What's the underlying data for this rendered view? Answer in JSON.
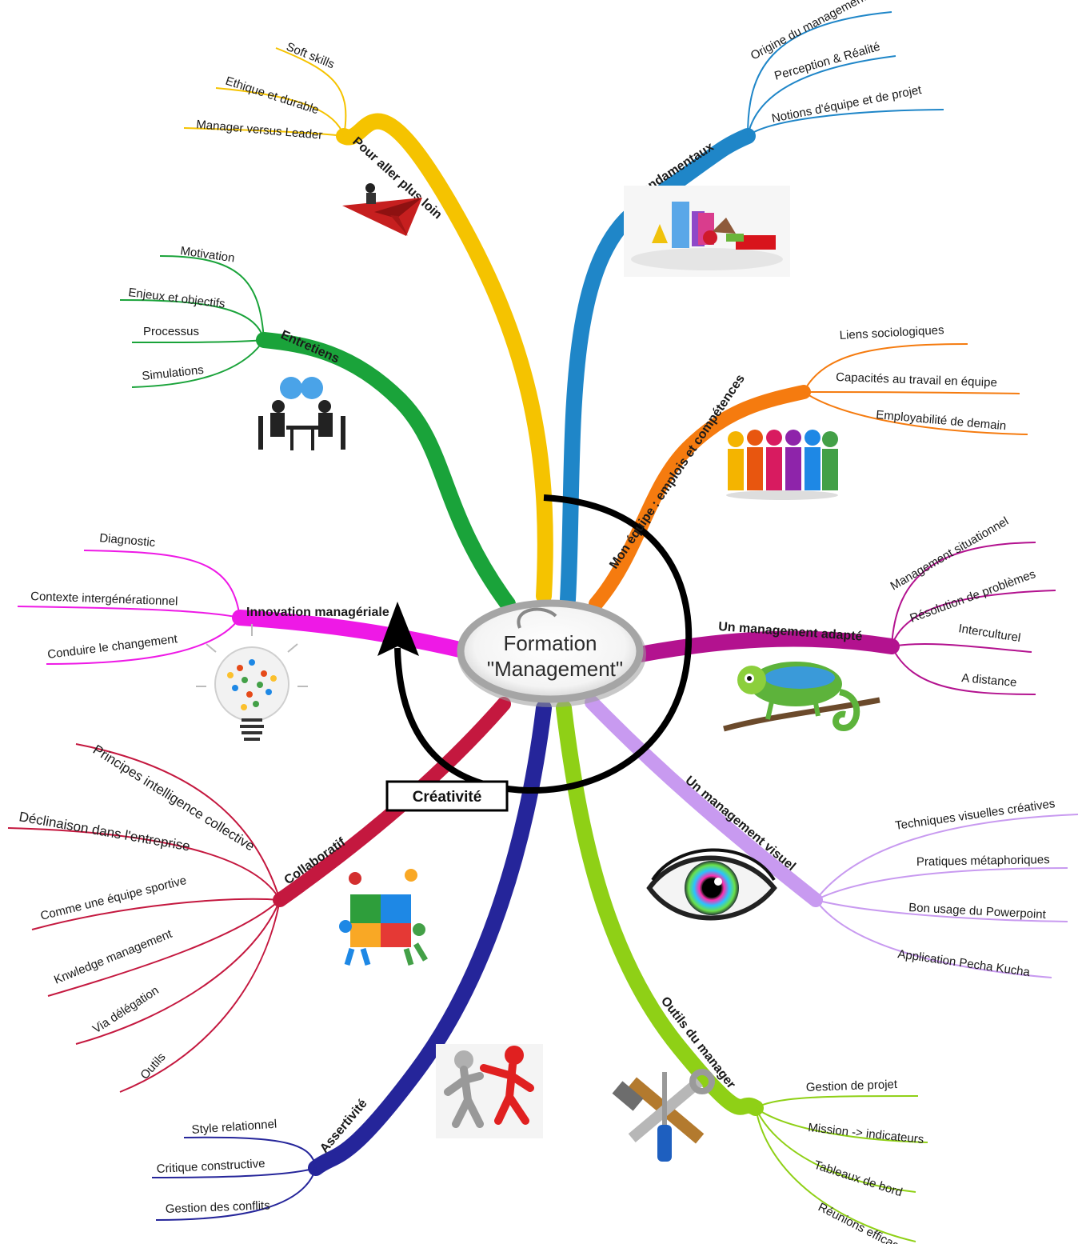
{
  "center": {
    "line1": "Formation",
    "line2": "\"Management\""
  },
  "cycle_label": "Créativité",
  "branches": [
    {
      "id": "pour-aller-plus-loin",
      "label": "Pour aller plus loin",
      "color": "#f5c300",
      "leaves": [
        "Soft skills",
        "Ethique et durable",
        "Manager versus Leader"
      ],
      "icon": "paper-plane-icon"
    },
    {
      "id": "fondamentaux",
      "label": "Fondamentaux",
      "color": "#1f86c8",
      "leaves": [
        "Origine du management",
        "Perception & Réalité",
        "Notions d'équipe et de projet"
      ],
      "icon": "shapes-figures-icon"
    },
    {
      "id": "entretiens",
      "label": "Entretiens",
      "color": "#1aa33a",
      "leaves": [
        "Motivation",
        "Enjeux et objectifs",
        "Processus",
        "Simulations"
      ],
      "icon": "interview-icon"
    },
    {
      "id": "mon-equipe",
      "label": "Mon équipe : emplois et compétences",
      "color": "#f57b0f",
      "leaves": [
        "Liens sociologiques",
        "Capacités au travail en équipe",
        "Employabilité de demain"
      ],
      "icon": "team-people-icon"
    },
    {
      "id": "innovation",
      "label": "Innovation managériale",
      "color": "#ee19e6",
      "leaves": [
        "Diagnostic",
        "Contexte intergénérationnel",
        "Conduire le changement"
      ],
      "icon": "lightbulb-icon"
    },
    {
      "id": "management-adapte",
      "label": "Un management adapté",
      "color": "#b3128f",
      "leaves": [
        "Management situationnel",
        "Résolution de problèmes",
        "Interculturel",
        "A distance"
      ],
      "icon": "chameleon-icon"
    },
    {
      "id": "collaboratif",
      "label": "Collaboratif",
      "color": "#c4183f",
      "leaves": [
        "Principes intelligence collective",
        "Déclinaison dans l'entreprise",
        "Comme une équipe sportive",
        "Knwledge management",
        "Via délégation",
        "Outils"
      ],
      "icon": "puzzle-team-icon"
    },
    {
      "id": "management-visuel",
      "label": "Un management visuel",
      "color": "#c89af0",
      "leaves": [
        "Techniques visuelles créatives",
        "Pratiques métaphoriques",
        "Bon usage du Powerpoint",
        "Application Pecha Kucha"
      ],
      "icon": "eye-icon"
    },
    {
      "id": "assertivite",
      "label": "Assertivité",
      "color": "#25259a",
      "leaves": [
        "Style relationnel",
        "Critique constructive",
        "Gestion des conflits"
      ],
      "icon": "conflict-figures-icon"
    },
    {
      "id": "outils-manager",
      "label": "Outils du manager",
      "color": "#8fd016",
      "leaves": [
        "Gestion de projet",
        "Mission -> indicateurs",
        "Tableaux de bord",
        "Réunions efficaces"
      ],
      "icon": "tools-icon"
    }
  ]
}
